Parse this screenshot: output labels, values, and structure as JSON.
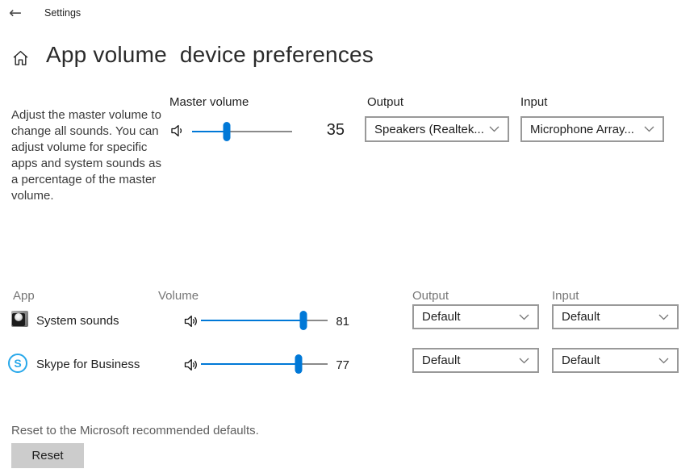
{
  "titlebar": {
    "back_icon": "←",
    "app_title": "Settings"
  },
  "header": {
    "title": "App volume  device preferences"
  },
  "description": "Adjust the master volume to change all sounds. You can adjust volume for specific apps and system sounds as a percentage of the master volume.",
  "master": {
    "label": "Master volume",
    "volume": 35,
    "output_label": "Output",
    "output_value": "Speakers (Realtek...",
    "input_label": "Input",
    "input_value": "Microphone Array..."
  },
  "apps": {
    "headers": {
      "app": "App",
      "volume": "Volume",
      "output": "Output",
      "input": "Input"
    },
    "rows": [
      {
        "name": "System sounds",
        "volume": 81,
        "output": "Default",
        "input": "Default"
      },
      {
        "name": "Skype for Business",
        "volume": 77,
        "output": "Default",
        "input": "Default"
      }
    ]
  },
  "footer": {
    "caption": "Reset to the Microsoft recommended defaults.",
    "reset_label": "Reset"
  },
  "icons": {
    "back": "arrow-left",
    "home": "home-outline",
    "master_speaker": "speaker-one-wave",
    "row_speaker": "speaker-two-waves",
    "dropdown_chevron": "chevron-down"
  },
  "colors": {
    "accent": "#0078d7",
    "track": "#8a8a8a",
    "dropdown_border": "#999999",
    "muted_text": "#767676",
    "button_bg": "#cccccc"
  }
}
